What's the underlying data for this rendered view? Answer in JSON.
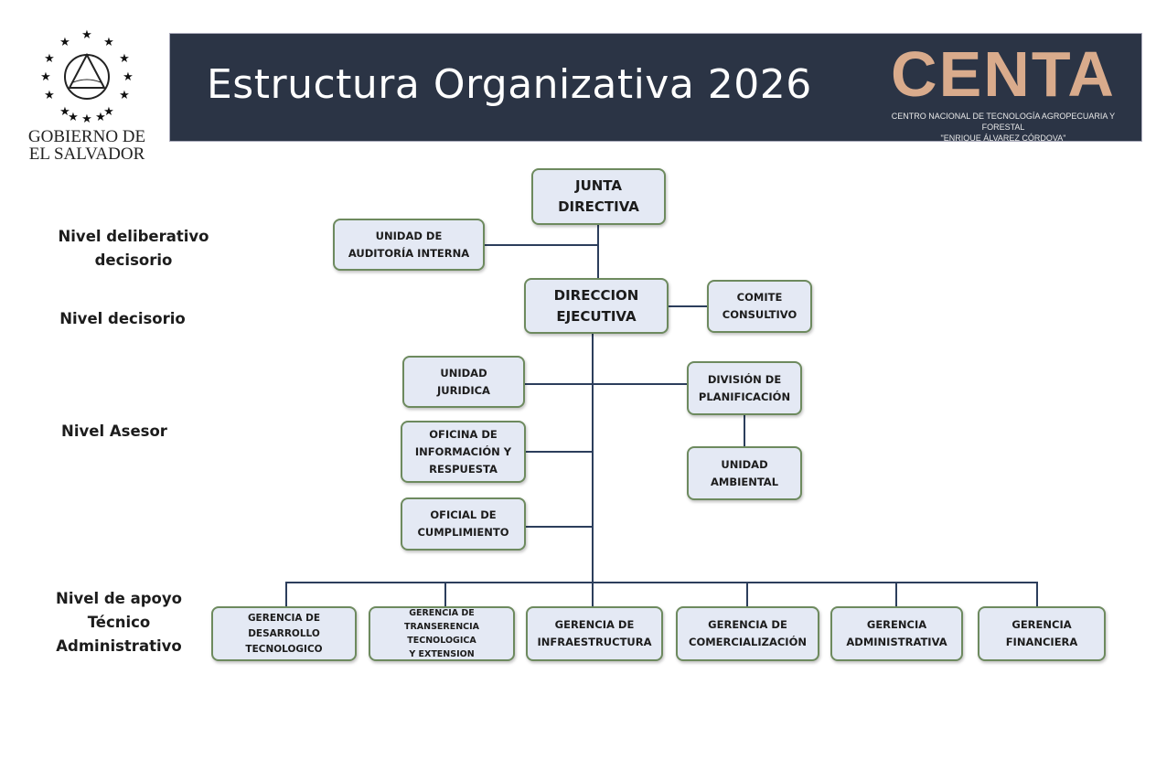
{
  "header": {
    "title": "Estructura Organizativa 2026",
    "centa_logo": {
      "word": "CENTA",
      "line1": "CENTRO NACIONAL DE TECNOLOGÍA AGROPECUARIA Y FORESTAL",
      "line2": "\"ENRIQUE ÁLVAREZ CÓRDOVA\""
    },
    "gobierno": {
      "line1": "GOBIERNO DE",
      "line2": "EL SALVADOR"
    }
  },
  "levels": [
    "Nivel deliberativo\ndecisorio",
    "Nivel decisorio",
    "Nivel Asesor",
    "Nivel de apoyo\nTécnico\nAdministrativo"
  ],
  "units": {
    "junta": "JUNTA\nDIRECTIVA",
    "auditoria": "UNIDAD DE\nAUDITORÍA INTERNA",
    "direccion": "DIRECCION\nEJECUTIVA",
    "comite": "COMITE\nCONSULTIVO",
    "juridica": "UNIDAD\nJURIDICA",
    "planificacion": "DIVISIÓN DE\nPLANIFICACIÓN",
    "oficina_info": "OFICINA DE\nINFORMACIÓN Y\nRESPUESTA",
    "ambiental": "UNIDAD\nAMBIENTAL",
    "cumplimiento": "OFICIAL DE\nCUMPLIMIENTO"
  },
  "gerencias": [
    "GERENCIA DE\nDESARROLLO TECNOLOGICO",
    "GERENCIA DE\nTRANSERENCIA TECNOLOGICA\nY EXTENSION",
    "GERENCIA DE\nINFRAESTRUCTURA",
    "GERENCIA DE\nCOMERCIALIZACIÓN",
    "GERENCIA\nADMINISTRATIVA",
    "GERENCIA\nFINANCIERA"
  ],
  "colors": {
    "banner": "#2b3445",
    "box_fill": "#e4e9f4",
    "box_border": "#6d8a5e",
    "line": "#2c3e5c"
  }
}
